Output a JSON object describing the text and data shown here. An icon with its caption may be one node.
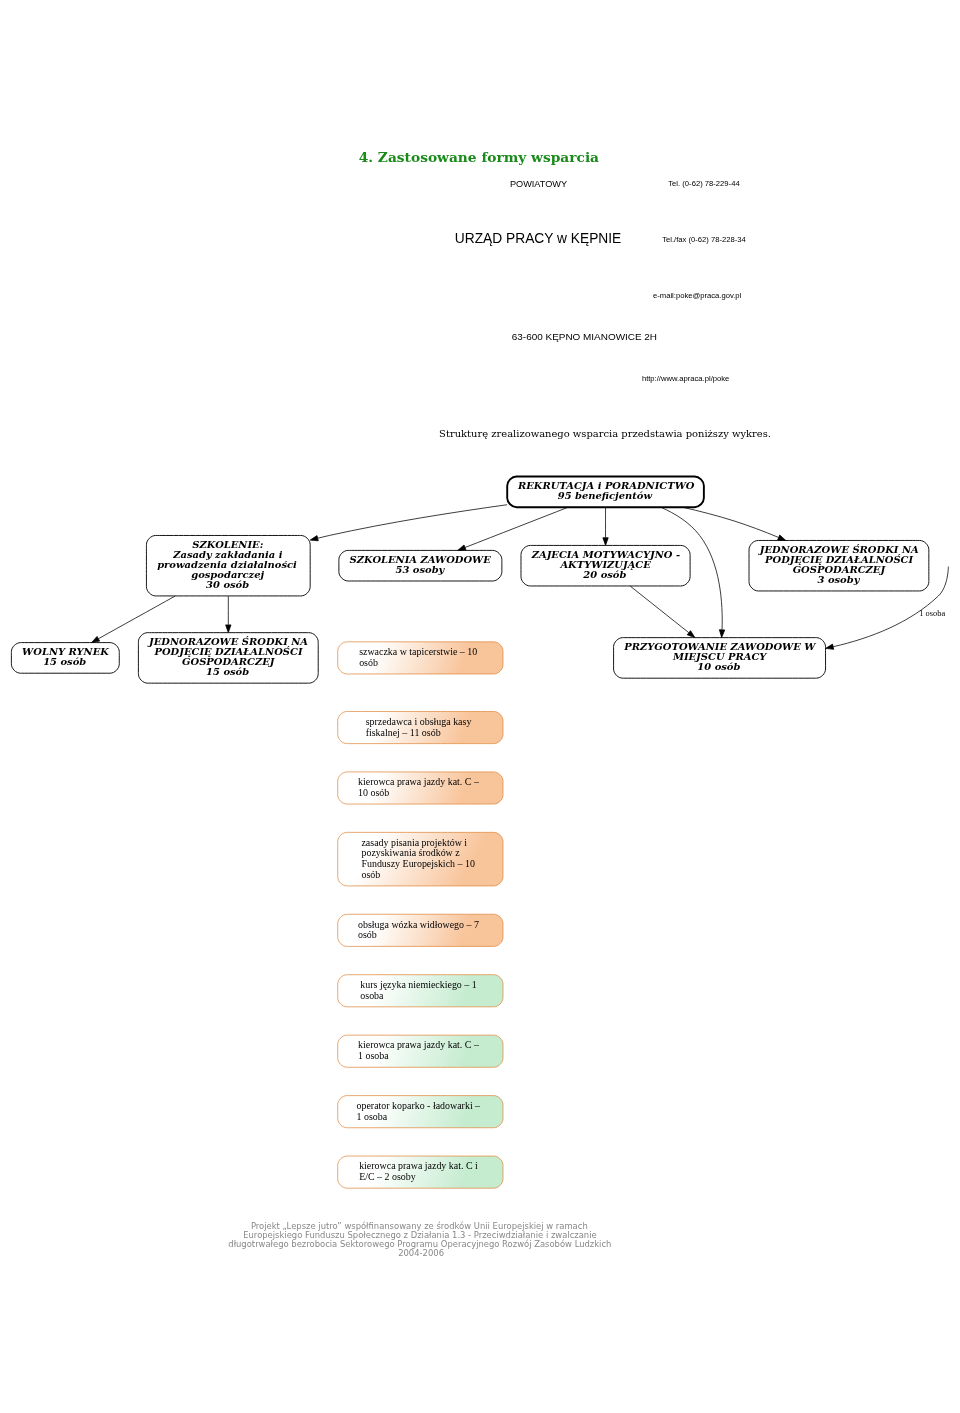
{
  "diagram": {
    "title": "4. Zastosowane formy wsparcia",
    "nodes": [
      {
        "text": [
          "REKRUTACJA i PORADNICTWO",
          "95 beneficjentów"
        ]
      },
      {
        "text": [
          "SZKOLENIE:",
          "Zasady zakładania i prowadzenia działalności gospodarczej",
          "30 osób"
        ]
      },
      {
        "text": [
          "ZAJECIA MOTYWACYJNO - AKTYWIZUJĄCE",
          "20 osób"
        ]
      },
      {
        "text": [
          "SZKOLENIA ZAWODOWE",
          "53 osoby"
        ]
      },
      {
        "text": [
          "WOLNY RYNEK",
          "15 osób"
        ]
      },
      {
        "text": [
          "JEDNORAZOWE ŚRODKI NA PODJĘCIĘ DZIAŁALNOŚCI GOSPODARCZEJ",
          "15 osób"
        ]
      },
      {
        "text": [
          "PRZYGOTOWANIE ZAWODOWE W MIEJSCU PRACY",
          "10 osób"
        ]
      },
      {
        "text": [
          "JEDNORAZOWE ŚRODKI NA PODJĘCIĘ DZIAŁALNOŚCI GOSPODARCZEJ",
          "3 osoby"
        ]
      },
      {
        "text": [
          "szwaczka w tapicerstwie – 10 osób"
        ]
      },
      {
        "text": [
          "sprzedawca i obsługa kasy fiskalnej – 11 osób"
        ]
      },
      {
        "text": [
          "kierowca prawa jazdy kat. C – 10 osób"
        ]
      },
      {
        "text": [
          "zasady pisania projektów i pozyskiwania środków z Funduszy Europejskich – 10 osób"
        ]
      },
      {
        "text": [
          "obsługa wózka widłowego – 7 osób"
        ]
      },
      {
        "text": [
          "kurs języka niemieckiego – 1 osoba"
        ]
      },
      {
        "text": [
          "kierowca prawa jazdy kat. C – 1 osoba"
        ]
      },
      {
        "text": [
          "operator koparko - ładowarki – 1 osoba"
        ]
      },
      {
        "text": [
          "kierowca prawa jazdy kat. C i E/C – 2 osoby"
        ]
      }
    ],
    "edges": [
      {
        "from": 0,
        "to": 1,
        "arrow": "to"
      },
      {
        "from": 0,
        "to": 2,
        "arrow": "to"
      },
      {
        "from": 0,
        "to": 3,
        "arrow": "to"
      },
      {
        "from": 0,
        "to": 7,
        "arrow": "to"
      },
      {
        "from": 0,
        "to": 6,
        "arrow": "to"
      },
      {
        "from": 2,
        "to": 6,
        "arrow": "to"
      },
      {
        "from": 1,
        "to": 4,
        "arrow": "to"
      },
      {
        "from": 1,
        "to": 5,
        "arrow": "to"
      },
      {
        "from": null,
        "to": 6,
        "arrow": "to",
        "label": "1 osoba"
      }
    ],
    "labels": [
      "POWIATOWY",
      "URZĄD PRACY w KĘPNIE",
      "63-600 KĘPNO MIANOWICE 2H",
      "Tel. (0-62) 78-229-44",
      "Tel./fax (0-62) 78-228-34",
      "e-mail:poke@praca.gov.pl",
      "http://www.apraca.pl/poke",
      "Strukturę zrealizowanego wsparcia przedstawia poniższy wykres.",
      "Projekt „Lepsze jutro” współfinansowany ze środków Unii Europejskiej w ramach Europejskiego Funduszu Społecznego z Działania 1.3 - Przeciwdziałanie i zwalczanie długotrwałego bezrobocia Sektorowego Programu Operacyjnego Rozwój Zasobów Ludzkich 2004-2006"
    ]
  }
}
